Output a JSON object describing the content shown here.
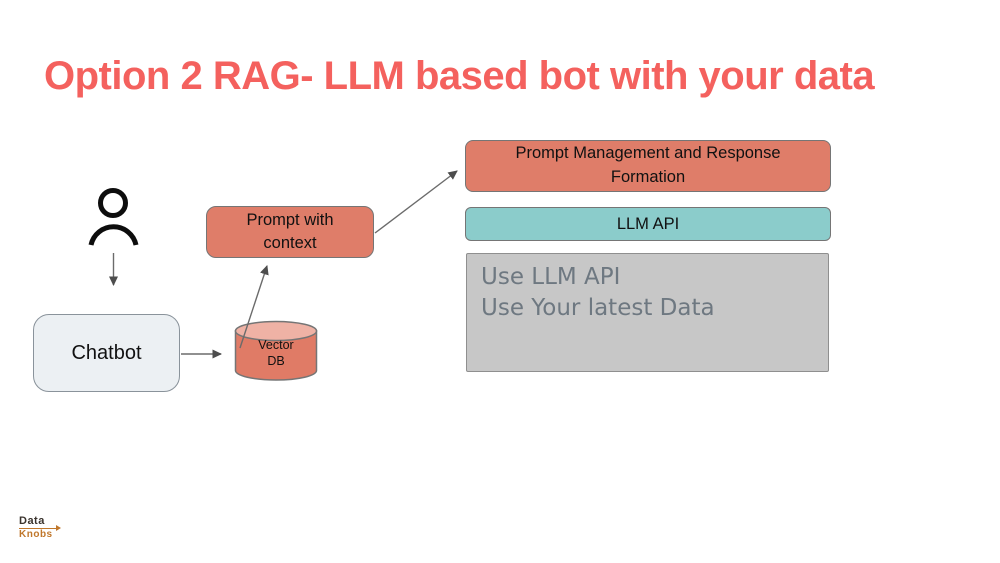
{
  "title": {
    "text": "Option 2 RAG- LLM based bot with your data"
  },
  "diagram": {
    "chatbot": {
      "label": "Chatbot"
    },
    "vector_db": {
      "line1": "Vector",
      "line2": "DB"
    },
    "prompt_context": {
      "line1": "Prompt with",
      "line2": "context"
    },
    "prompt_mgmt": {
      "line1": "Prompt Management and Response",
      "line2": "Formation"
    },
    "llm_api": {
      "label": "LLM API"
    },
    "info_box": {
      "line1": "Use LLM API",
      "line2": "Use Your latest Data"
    }
  },
  "logo": {
    "line1": "Data",
    "line2": "Knobs"
  },
  "colors": {
    "title_red": "#F4615E",
    "salmon": "#DF7D69",
    "salmon_light": "#EFB2A5",
    "teal": "#8BCCCB",
    "chatbot_fill": "#ECF0F3",
    "info_fill": "#C7C7C7",
    "info_text": "#6E7881",
    "shape_border": "#757575",
    "arrow_gray": "#666666"
  }
}
